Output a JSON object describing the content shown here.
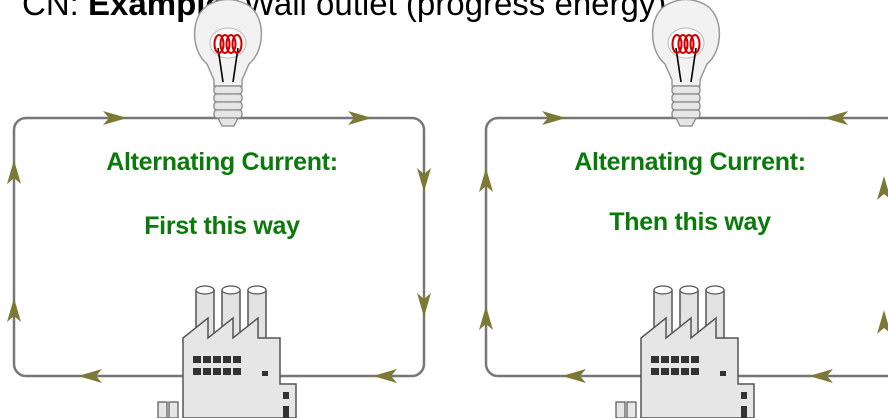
{
  "heading": {
    "lead": "CN:",
    "bold": "Example:",
    "rest": " Wall outlet (progress energy)"
  },
  "panels": [
    {
      "title": "Alternating Current:",
      "subtitle": "First this way",
      "direction": "clockwise"
    },
    {
      "title": "Alternating Current:",
      "subtitle": "Then this way",
      "direction": "counterclockwise"
    }
  ],
  "colors": {
    "label_green": "#0a7a0a",
    "wire": "#777777",
    "arrow": "#7a7a36",
    "filament": "#d00000"
  }
}
